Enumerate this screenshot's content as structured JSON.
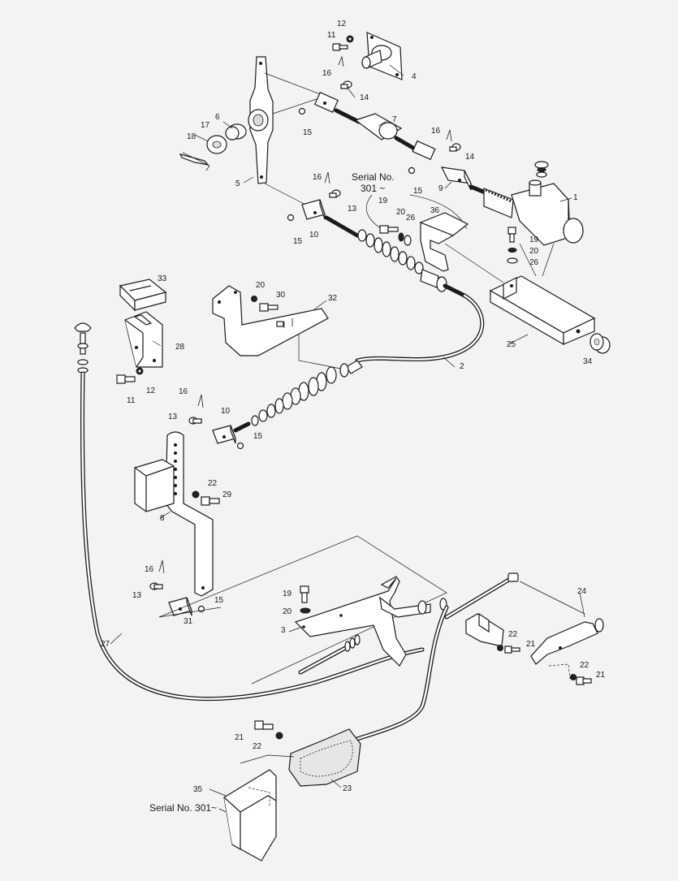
{
  "diagram": {
    "serial_note_top": [
      "Serial No.",
      "301 ~"
    ],
    "serial_note_bottom": "Serial No. 301~",
    "callouts": {
      "c12a": "12",
      "c11a": "11",
      "c4": "4",
      "c16a": "16",
      "c14a": "14",
      "c7": "7",
      "c6": "6",
      "c17": "17",
      "c18": "18",
      "c15a": "15",
      "c16b": "16",
      "c14b": "14",
      "c5": "5",
      "c15b": "15",
      "c9": "9",
      "c1": "1",
      "c16c": "16",
      "c13a": "13",
      "c10a": "10",
      "c15c": "15",
      "c19a": "19",
      "c20a": "20",
      "c26a": "26",
      "c36": "36",
      "c19b": "19",
      "c20b": "20",
      "c26b": "26",
      "c33": "33",
      "c20c": "20",
      "c30": "30",
      "c32": "32",
      "c28": "28",
      "c25": "25",
      "c34": "34",
      "c2": "2",
      "c11b": "11",
      "c12b": "12",
      "c16d": "16",
      "c10b": "10",
      "c13b": "13",
      "c15d": "15",
      "c22a": "22",
      "c29": "29",
      "c8": "8",
      "c16e": "16",
      "c13c": "13",
      "c15e": "15",
      "c31": "31",
      "c19c": "19",
      "c20d": "20",
      "c3": "3",
      "c24": "24",
      "c22b": "22",
      "c21a": "21",
      "c22c": "22",
      "c21b": "21",
      "c27": "27",
      "c21c": "21",
      "c22d": "22",
      "c23": "23",
      "c35": "35"
    }
  }
}
